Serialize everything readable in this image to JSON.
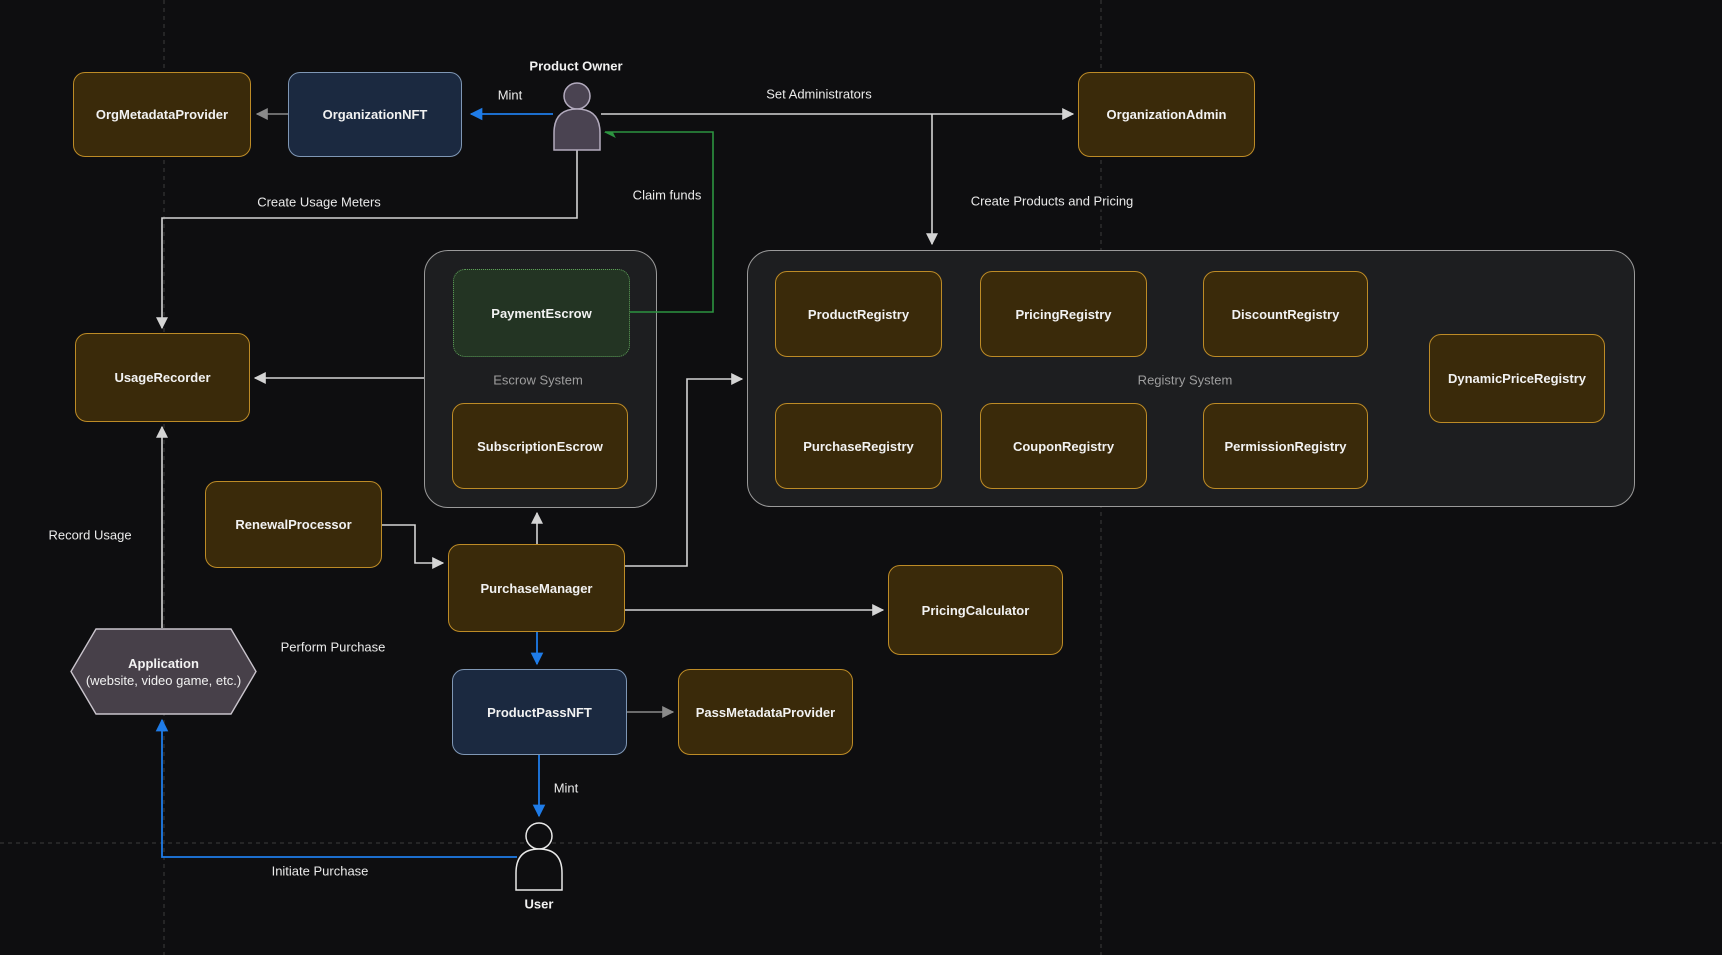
{
  "colors": {
    "background": "#0e0e10",
    "grid_color": "#3c3c3c",
    "container_fill": "#1d1e20",
    "container_border": "#9a9a9a",
    "container_label": "#9e9e9e",
    "label_text": "#f2f2f2",
    "node_brown_fill": "#3a2a0a",
    "node_brown_border": "#bd8b26",
    "node_navy_fill": "#1b2940",
    "node_navy_border": "#7f97b5",
    "node_green_fill": "#233423",
    "node_green_border": "#5d9e59",
    "hex_fill": "#474049",
    "hex_border": "#c9c4cc",
    "actor_fill": "#4a4351",
    "actor_stroke": "#b3abbe",
    "arrow_white": "#d4d4d4",
    "arrow_gray": "#8a8a8a",
    "arrow_blue": "#1f7ce8",
    "arrow_green": "#2c9440"
  },
  "actors": {
    "product_owner": {
      "label": "Product Owner"
    },
    "user": {
      "label": "User"
    }
  },
  "containers": {
    "escrow_system": {
      "label": "Escrow System"
    },
    "registry_system": {
      "label": "Registry System"
    }
  },
  "nodes": {
    "org_metadata_provider": {
      "label": "OrgMetadataProvider"
    },
    "organization_nft": {
      "label": "OrganizationNFT"
    },
    "organization_admin": {
      "label": "OrganizationAdmin"
    },
    "usage_recorder": {
      "label": "UsageRecorder"
    },
    "payment_escrow": {
      "label": "PaymentEscrow"
    },
    "subscription_escrow": {
      "label": "SubscriptionEscrow"
    },
    "product_registry": {
      "label": "ProductRegistry"
    },
    "pricing_registry": {
      "label": "PricingRegistry"
    },
    "discount_registry": {
      "label": "DiscountRegistry"
    },
    "purchase_registry": {
      "label": "PurchaseRegistry"
    },
    "coupon_registry": {
      "label": "CouponRegistry"
    },
    "permission_registry": {
      "label": "PermissionRegistry"
    },
    "dynamic_price_registry": {
      "label": "DynamicPriceRegistry"
    },
    "renewal_processor": {
      "label": "RenewalProcessor"
    },
    "purchase_manager": {
      "label": "PurchaseManager"
    },
    "pricing_calculator": {
      "label": "PricingCalculator"
    },
    "application": {
      "label": "Application",
      "sublabel": "(website, video game, etc.)"
    },
    "product_pass_nft": {
      "label": "ProductPassNFT"
    },
    "pass_metadata_provider": {
      "label": "PassMetadataProvider"
    }
  },
  "edges": {
    "mint_organization_nft": {
      "label": "Mint"
    },
    "set_administrators": {
      "label": "Set Administrators"
    },
    "create_products_and_pricing": {
      "label": "Create Products and Pricing"
    },
    "create_usage_meters": {
      "label": "Create Usage Meters"
    },
    "claim_funds": {
      "label": "Claim funds"
    },
    "record_usage": {
      "label": "Record Usage"
    },
    "perform_purchase": {
      "label": "Perform Purchase"
    },
    "initiate_purchase": {
      "label": "Initiate Purchase"
    },
    "mint_product_pass": {
      "label": "Mint"
    }
  }
}
